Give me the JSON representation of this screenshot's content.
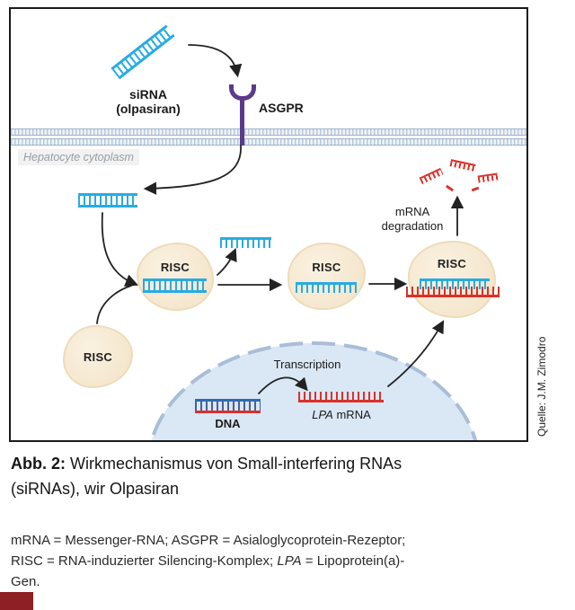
{
  "figure": {
    "credit": "Quelle: J.M. Zimodro",
    "sirna_label_line1": "siRNA",
    "sirna_label_line2": "(olpasiran)",
    "asgpr_label": "ASGPR",
    "cytoplasm_label": "Hepatocyte cytoplasm",
    "risc_label": "RISC",
    "mrna_degradation_line1": "mRNA",
    "mrna_degradation_line2": "degradation",
    "transcription_label": "Transcription",
    "dna_label": "DNA",
    "lpa_mrna_italic": "LPA",
    "lpa_mrna_rest": " mRNA",
    "colors": {
      "sirna_strand": "#29abe2",
      "mrna_strand": "#d8322a",
      "dna_top_strand": "#2f6cb3",
      "receptor": "#5b3a8c",
      "risc_fill": "#f6e9d4",
      "nucleus_fill": "#dae7f5",
      "membrane": "#9db3cc",
      "arrow": "#222222",
      "accent_bar": "#8e1f24"
    }
  },
  "caption": {
    "prefix": "Abb. 2:",
    "line1_rest": " Wirkmechanismus von Small-interfering RNAs",
    "line2": "(siRNAs), wir Olpasiran"
  },
  "footnote": {
    "line1": "mRNA = Messenger-RNA; ASGPR = Asialoglycoprotein-Rezeptor;",
    "line2_pre": "RISC = RNA-induzierter Silencing-Komplex; ",
    "line2_italic": "LPA",
    "line2_post": " = Lipoprotein(a)-",
    "line3": "Gen."
  }
}
